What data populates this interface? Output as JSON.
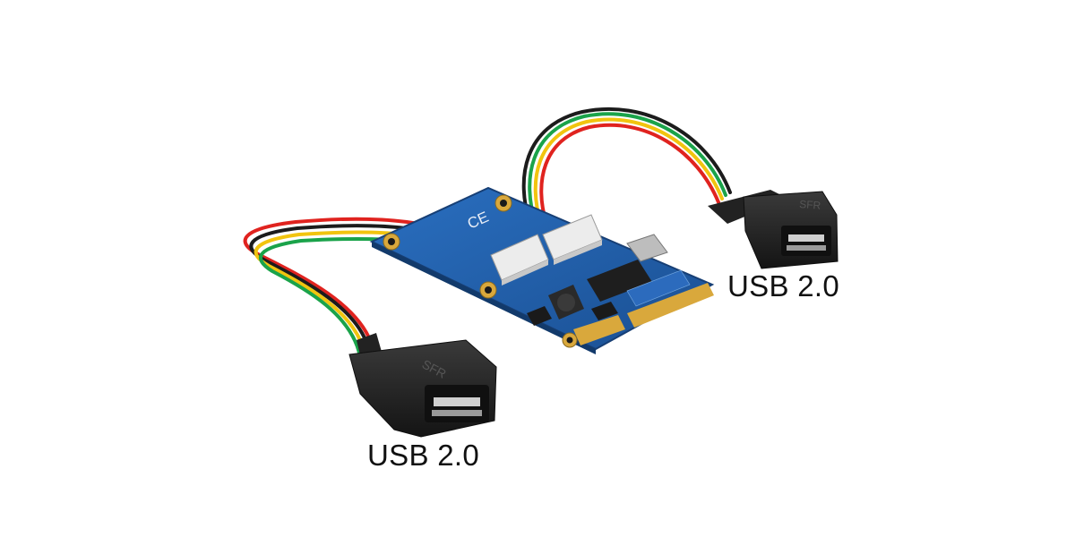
{
  "labels": {
    "right_port": "USB 2.0",
    "left_port": "USB 2.0"
  },
  "board": {
    "markings": {
      "ce_mark": "CE",
      "connector_text": "SFR"
    }
  },
  "colors": {
    "pcb": "#1f5fae",
    "pcb_edge": "#1a4f92",
    "gold_contacts": "#d9a83c",
    "connector_body": "#2b2b2b",
    "wire_red": "#e0231f",
    "wire_yellow": "#f1c40f",
    "wire_green": "#1aa34a",
    "wire_black": "#1c1c1c"
  }
}
